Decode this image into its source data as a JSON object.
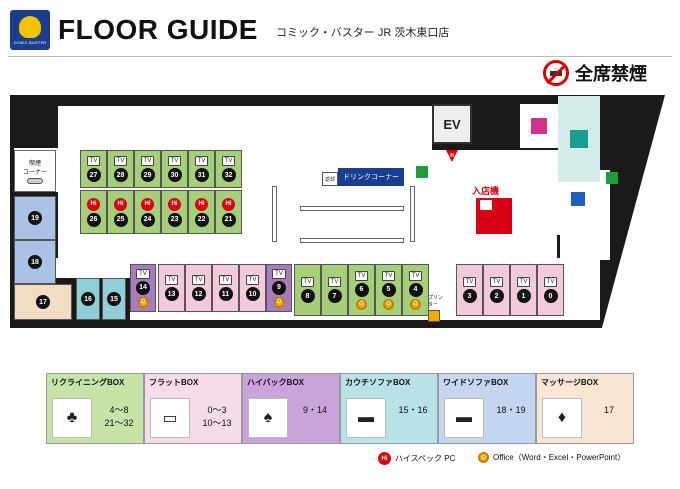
{
  "header": {
    "logo_text": "COMIC BUSTER",
    "title": "FLOOR GUIDE",
    "store_name": "コミック・バスター JR 茨木東口店",
    "no_smoking": "全席禁煙"
  },
  "floor": {
    "smoking_corner": "喫煙\nコーナー",
    "ev": "EV",
    "in_mark": "IN",
    "drink_corner": "ドリンクコーナー",
    "shop_label": "店内",
    "ticket_machine": "入店機",
    "printer": "プリンター",
    "tv_label": "TV",
    "hi_label": "Hi",
    "office_label": "O",
    "booths_top_row": [
      "27",
      "28",
      "29",
      "30",
      "31",
      "32"
    ],
    "booths_hi_row": [
      "26",
      "25",
      "24",
      "23",
      "22",
      "21"
    ],
    "booths_left": [
      "19",
      "18",
      "17"
    ],
    "booths_mid": [
      "16",
      "15",
      "14",
      "13",
      "12",
      "11",
      "10",
      "9",
      "8",
      "7",
      "6",
      "5",
      "4"
    ],
    "booths_right": [
      "3",
      "2",
      "1",
      "0"
    ]
  },
  "legend": [
    {
      "name": "リクライニングBOX",
      "value": "4〜8\n21〜32",
      "color": "#c7e3a8"
    },
    {
      "name": "フラットBOX",
      "value": "0〜3\n10〜13",
      "color": "#f7dbe8"
    },
    {
      "name": "ハイバックBOX",
      "value": "9・14",
      "color": "#c9a4dc"
    },
    {
      "name": "カウチソファBOX",
      "value": "15・16",
      "color": "#b9e1e8"
    },
    {
      "name": "ワイドソファBOX",
      "value": "18・19",
      "color": "#c5d6f0"
    },
    {
      "name": "マッサージBOX",
      "value": "17",
      "color": "#f8e6d4"
    }
  ],
  "keys": {
    "hi_text": "ハイスペック PC",
    "office_text": "Office（Word・Excel・PowerPoint）"
  }
}
